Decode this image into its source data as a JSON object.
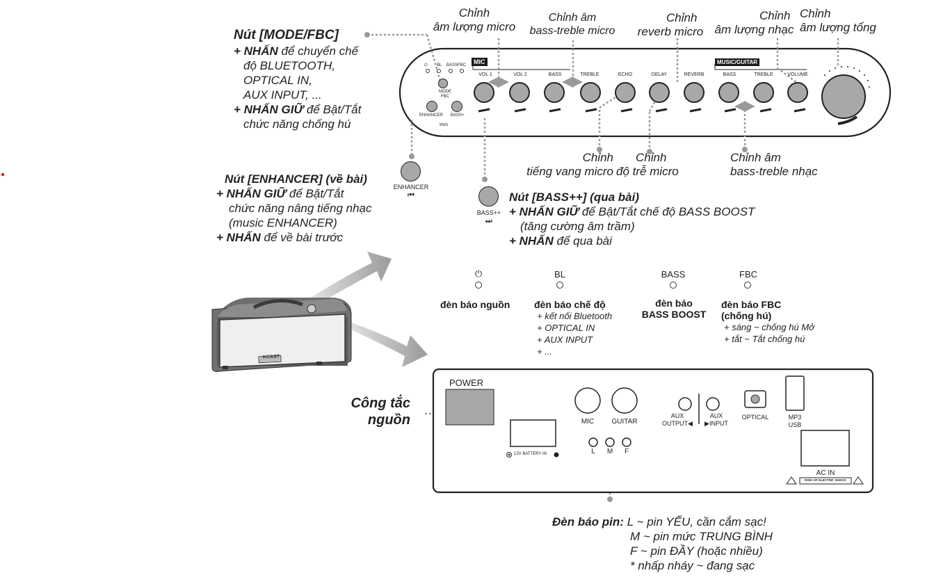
{
  "top_labels": {
    "mic_volume": [
      "Chỉnh",
      "âm lượng micro"
    ],
    "mic_bass_treble": [
      "Chỉnh âm",
      "bass-treble micro"
    ],
    "reverb": [
      "Chỉnh",
      "reverb micro"
    ],
    "music_volume": [
      "Chỉnh",
      "âm lượng nhạc"
    ],
    "master_volume": [
      "Chỉnh",
      "âm lượng tổng"
    ]
  },
  "bottom_labels": {
    "echo": [
      "Chỉnh",
      "tiếng vang micro"
    ],
    "delay": [
      "Chỉnh",
      "độ trễ micro"
    ],
    "music_bass_treble": [
      "Chỉnh âm",
      "bass-treble nhạc"
    ]
  },
  "mode_note": {
    "title": "Nút [MODE/FBC]",
    "press": "+ NHẤN",
    "press_text": " để chuyển chế",
    "lines": [
      "độ BLUETOOTH,",
      "OPTICAL IN,",
      "AUX INPUT, ..."
    ],
    "hold": "+ NHẤN GIỮ",
    "hold_text": " để Bật/Tắt",
    "hold_line2": "chức năng chống hú"
  },
  "enhancer_note": {
    "title": "Nút [ENHANCER] (về bài)",
    "hold": "+ NHẤN GIỮ",
    "hold_text": " để Bật/Tắt",
    "line2": "chức năng nâng tiếng nhạc",
    "line3": "(music ENHANCER)",
    "press": "+ NHẤN",
    "press_text": " để về bài trước"
  },
  "bass_note": {
    "title": "Nút [BASS++] (qua bài)",
    "hold": "+ NHẤN GIỮ",
    "hold_text": " để Bật/Tắt chế độ BASS BOOST",
    "line2": "(tăng cường âm trầm)",
    "press": "+ NHẤN",
    "press_text": " để qua bài"
  },
  "buttons": {
    "enhancer_label": "ENHANCER",
    "enhancer_icon": "⏮",
    "bass_label": "BASS++",
    "bass_icon": "⏭"
  },
  "control_panel": {
    "mic_tag": "MIC",
    "music_tag": "MUSIC/GUITAR",
    "knobs": [
      "VOL 1",
      "VOL 2",
      "BASS",
      "TREBLE",
      "ECHO",
      "DELAY",
      "REVERB",
      "BASS",
      "TREBLE",
      "VOLUME"
    ],
    "leds": [
      "⏻",
      "BL",
      "BASS",
      "FBC"
    ],
    "mode_label": [
      "MODE",
      "FBC"
    ],
    "enhancer_small": "ENHANCER",
    "bass_small": "BASS+",
    "mws": "MWS"
  },
  "indicators": [
    {
      "symbol": "⏻",
      "title": [
        "đèn báo nguồn"
      ],
      "items": []
    },
    {
      "symbol": "BL",
      "title": [
        "đèn báo chế độ"
      ],
      "items": [
        "+ kết nối Bluetooth",
        "+ OPTICAL IN",
        "+ AUX INPUT",
        "+ ..."
      ]
    },
    {
      "symbol": "BASS",
      "title": [
        "đèn báo",
        "BASS BOOST"
      ],
      "items": []
    },
    {
      "symbol": "FBC",
      "title": [
        "đèn báo FBC",
        "(chống hú)"
      ],
      "items": [
        "+ sáng ~ chống hú Mở",
        "+ tắt ~ Tắt chống hú"
      ]
    }
  ],
  "power_switch_label": [
    "Công tắc",
    "nguồn"
  ],
  "back_panel": {
    "power": "POWER",
    "battery": "12V BATTERY IN",
    "mic": "MIC",
    "guitar": "GUITAR",
    "lmf": [
      "L",
      "M",
      "F"
    ],
    "aux_output": [
      "AUX",
      "OUTPUT◀"
    ],
    "aux_input": [
      "AUX",
      "▶INPUT"
    ],
    "optical": "OPTICAL",
    "usb": [
      "MP3",
      "USB"
    ],
    "ac_in": "AC IN",
    "shock": "RISK OF ELECTRIC SHOCK"
  },
  "speaker_brand": "KCAST",
  "battery_note": {
    "title": "Đèn báo pin:",
    "lines": [
      "L ~ pin YẾU, cần cắm sạc!",
      "M ~ pin mức TRUNG BÌNH",
      "F ~ pin ĐẦY (hoặc nhiều)",
      "* nhấp nháy ~ đang sạc"
    ]
  }
}
